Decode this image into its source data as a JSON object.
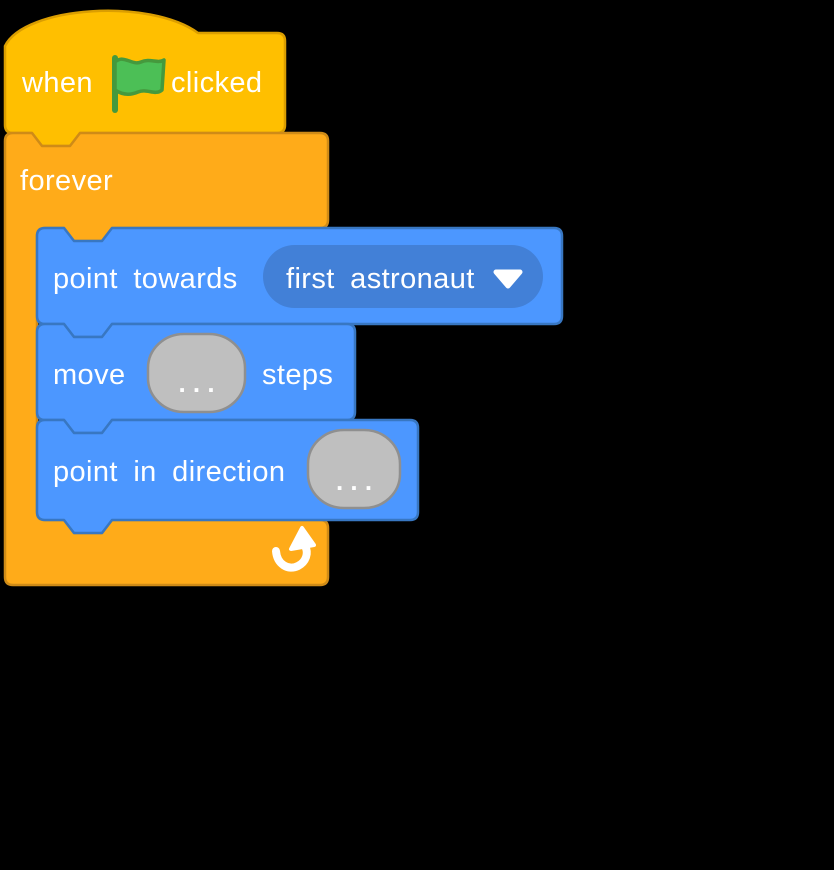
{
  "canvas": {
    "background": "#000000"
  },
  "palette": {
    "events_fill": "#FFBF00",
    "events_border": "#DB9E00",
    "control_fill": "#FFAB19",
    "control_border": "#CF8B17",
    "motion_fill": "#4C97FF",
    "motion_border": "#3877C2",
    "dropdown_fill": "#4280D7",
    "input_fill": "#BFBFBF",
    "input_border": "#8F8F8F",
    "flag_green": "#4CBF56",
    "flag_border": "#45993D",
    "label_color": "#FFFFFF"
  },
  "blocks": {
    "hat": {
      "label_before": "when",
      "icon": "green-flag",
      "label_after": "clicked"
    },
    "forever": {
      "label": "forever",
      "icon": "loop-arrow"
    },
    "point_towards": {
      "label": "point towards",
      "dropdown_value": "first astronaut"
    },
    "move": {
      "label_before": "move",
      "input_value": ". . .",
      "label_after": "steps"
    },
    "point_in_direction": {
      "label": "point in direction",
      "input_value": ". . ."
    }
  }
}
